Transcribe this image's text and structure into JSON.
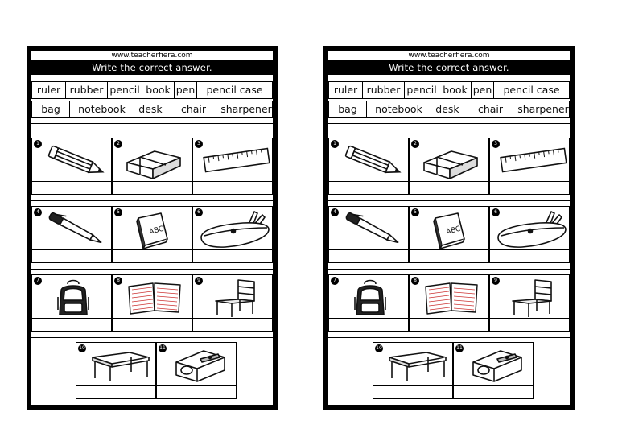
{
  "worksheet": {
    "url": "www.teacherfiera.com",
    "title": "Write the correct answer.",
    "word_bank_row1": [
      "ruler",
      "rubber",
      "pencil",
      "book",
      "pen",
      "pencil case"
    ],
    "word_bank_row2": [
      "bag",
      "notebook",
      "desk",
      "chair",
      "sharpener"
    ],
    "items": [
      {
        "number": "1",
        "icon": "pencil-icon"
      },
      {
        "number": "2",
        "icon": "rubber-eraser-icon"
      },
      {
        "number": "3",
        "icon": "ruler-icon"
      },
      {
        "number": "4",
        "icon": "pen-icon"
      },
      {
        "number": "5",
        "icon": "book-icon",
        "label": "ABC"
      },
      {
        "number": "6",
        "icon": "pencil-case-icon"
      },
      {
        "number": "7",
        "icon": "backpack-icon"
      },
      {
        "number": "8",
        "icon": "notebook-icon"
      },
      {
        "number": "9",
        "icon": "chair-icon"
      },
      {
        "number": "10",
        "icon": "desk-icon"
      },
      {
        "number": "11",
        "icon": "sharpener-icon"
      }
    ]
  }
}
